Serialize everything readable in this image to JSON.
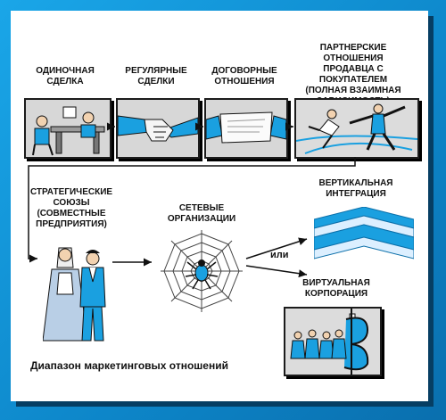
{
  "stages": {
    "single_deal": "ОДИНОЧНАЯ\nСДЕЛКА",
    "regular_deals": "РЕГУЛЯРНЫЕ\nСДЕЛКИ",
    "contract_relations": "ДОГОВОРНЫЕ\nОТНОШЕНИЯ",
    "partnership": "ПАРТНЕРСКИЕ ОТНОШЕНИЯ\nПРОДАВЦА С ПОКУПАТЕЛЕМ\n(ПОЛНАЯ ВЗАИМНАЯ\nЗАВИСИМОСТЬ)",
    "strategic_alliances": "СТРАТЕГИЧЕСКИЕ\nСОЮЗЫ\n(СОВМЕСТНЫЕ\nПРЕДПРИЯТИЯ)",
    "network_orgs": "СЕТЕВЫЕ\nОРГАНИЗАЦИИ",
    "vertical_integration": "ВЕРТИКАЛЬНАЯ\nИНТЕГРАЦИЯ",
    "virtual_corporation": "ВИРТУАЛЬНАЯ\nКОРПОРАЦИЯ"
  },
  "or_label": "или",
  "caption": "Диапазон маркетинговых отношений",
  "colors": {
    "frame": "#1493d6",
    "accent": "#1aa0e0",
    "panel": "#ffffff"
  }
}
